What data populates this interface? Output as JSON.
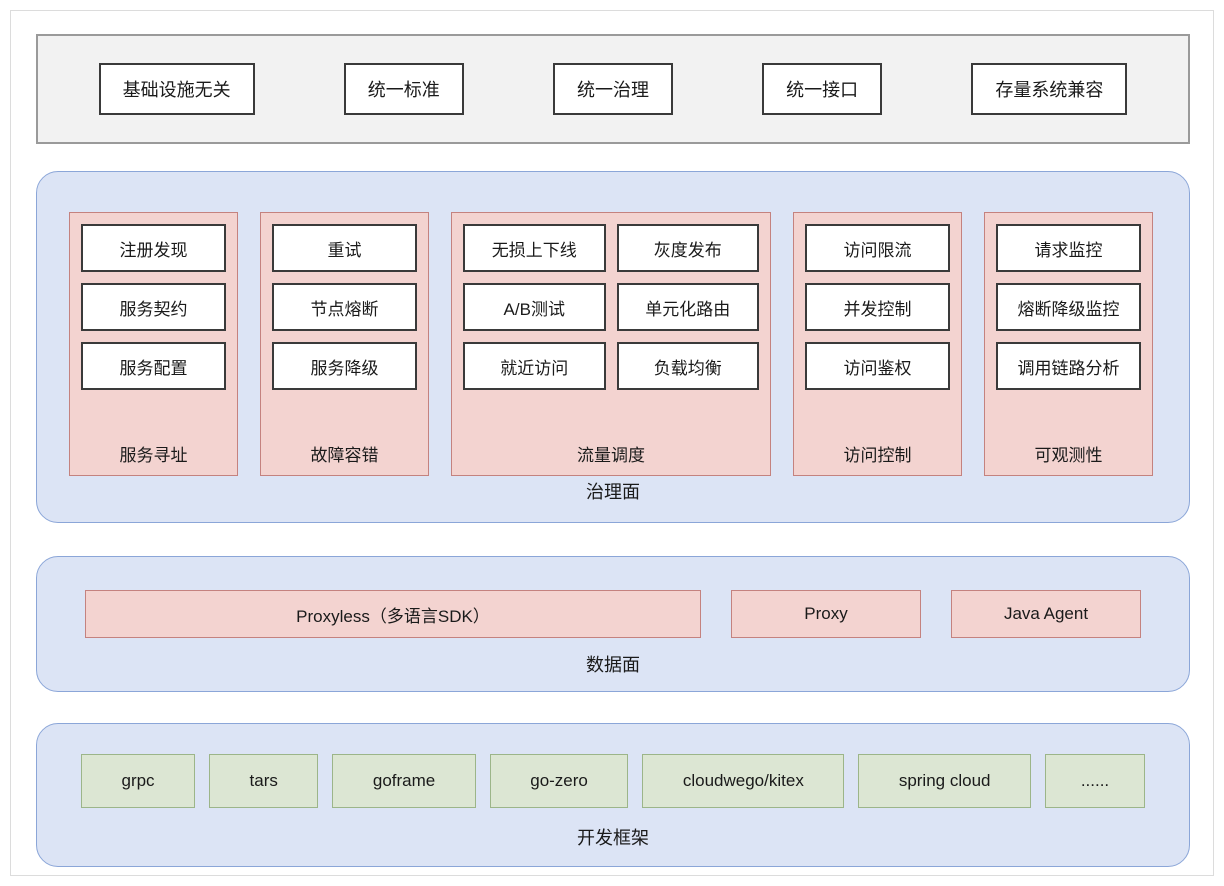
{
  "principles": {
    "items": [
      {
        "label": "基础设施无关"
      },
      {
        "label": "统一标准"
      },
      {
        "label": "统一治理"
      },
      {
        "label": "统一接口"
      },
      {
        "label": "存量系统兼容"
      }
    ]
  },
  "governance_layer": {
    "caption": "治理面",
    "groups": [
      {
        "label": "服务寻址",
        "columns": 1,
        "items": [
          "注册发现",
          "服务契约",
          "服务配置"
        ]
      },
      {
        "label": "故障容错",
        "columns": 1,
        "items": [
          "重试",
          "节点熔断",
          "服务降级"
        ]
      },
      {
        "label": "流量调度",
        "columns": 2,
        "items": [
          "无损上下线",
          "灰度发布",
          "A/B测试",
          "单元化路由",
          "就近访问",
          "负载均衡"
        ]
      },
      {
        "label": "访问控制",
        "columns": 1,
        "items": [
          "访问限流",
          "并发控制",
          "访问鉴权"
        ]
      },
      {
        "label": "可观测性",
        "columns": 1,
        "items": [
          "请求监控",
          "熔断降级监控",
          "调用链路分析"
        ]
      }
    ]
  },
  "data_layer": {
    "caption": "数据面",
    "items": [
      {
        "label": "Proxyless（多语言SDK）",
        "size": "wide"
      },
      {
        "label": "Proxy",
        "size": "narrow"
      },
      {
        "label": "Java Agent",
        "size": "narrow"
      }
    ]
  },
  "framework_layer": {
    "caption": "开发框架",
    "items": [
      {
        "label": "grpc"
      },
      {
        "label": "tars"
      },
      {
        "label": "goframe"
      },
      {
        "label": "go-zero"
      },
      {
        "label": "cloudwego/kitex"
      },
      {
        "label": "spring cloud"
      },
      {
        "label": "......"
      }
    ]
  },
  "colors": {
    "panel_blue_fill": "#dce4f5",
    "panel_blue_border": "#8ba6d8",
    "group_pink_fill": "#f3d3d0",
    "group_pink_border": "#c4827f",
    "item_white_fill": "#ffffff",
    "item_dark_border": "#3a3a3a",
    "framework_green_fill": "#dce6d3",
    "framework_green_border": "#9cb589",
    "band_gray_fill": "#f2f2f2",
    "band_gray_border": "#9a9a9a",
    "outer_border": "#dcdcdc"
  }
}
